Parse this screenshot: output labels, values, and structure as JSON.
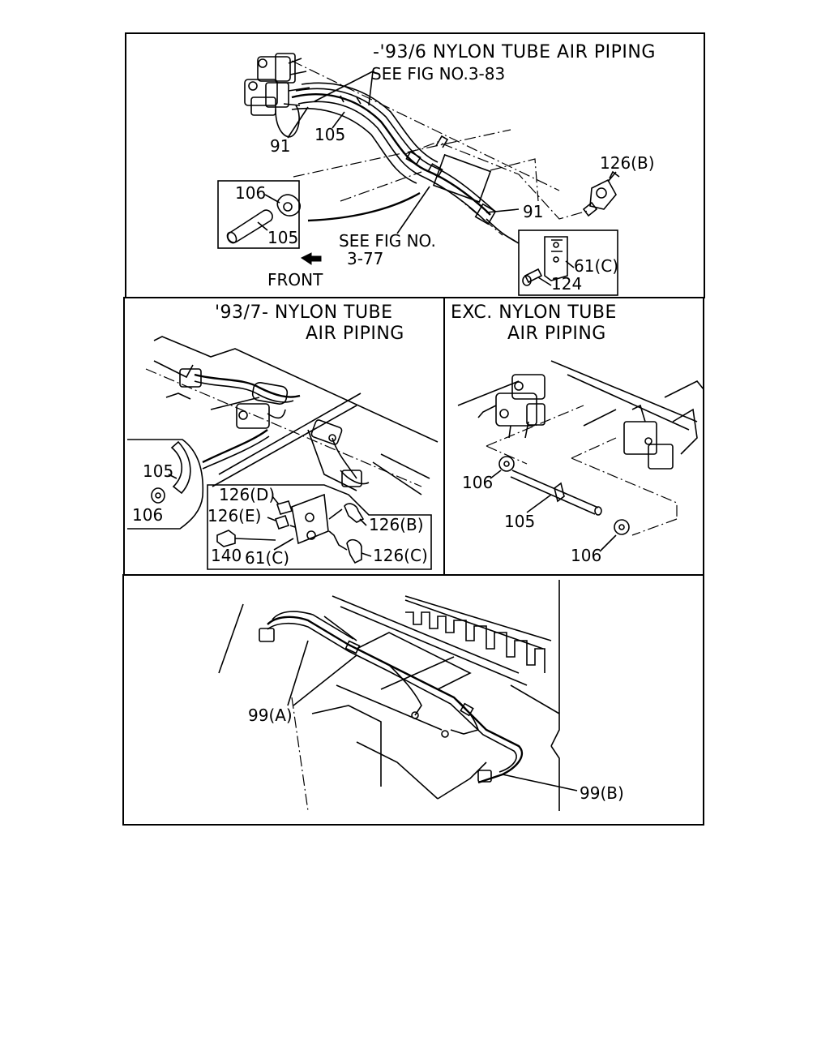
{
  "panels": {
    "top": {
      "title": "-'93/6 NYLON TUBE AIR PIPING",
      "see_fig_1": "SEE FIG NO.3-83",
      "see_fig_2a": "SEE FIG NO.",
      "see_fig_2b": "3-77",
      "front": "FRONT",
      "labels": [
        "91",
        "105",
        "106",
        "105",
        "91",
        "126(B)",
        "61(C)",
        "124"
      ]
    },
    "middle_left": {
      "title_a": "'93/7- NYLON TUBE",
      "title_b": "AIR PIPING",
      "labels": [
        "105",
        "106",
        "126(D)",
        "126(E)",
        "140",
        "61(C)",
        "126(B)",
        "126(C)"
      ]
    },
    "middle_right": {
      "title_a": "EXC. NYLON TUBE",
      "title_b": "AIR PIPING",
      "labels": [
        "106",
        "105",
        "106"
      ]
    },
    "bottom": {
      "labels": [
        "99(A)",
        "99(B)"
      ]
    }
  },
  "icons": [
    "front-arrow-icon"
  ]
}
